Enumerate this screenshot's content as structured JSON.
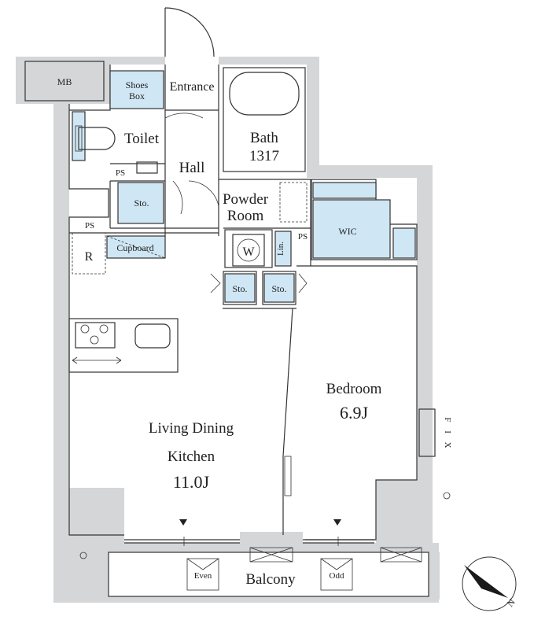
{
  "rooms": {
    "mb": "MB",
    "shoes_box_1": "Shoes",
    "shoes_box_2": "Box",
    "entrance": "Entrance",
    "bath": "Bath",
    "bath_size": "1317",
    "toilet": "Toilet",
    "hall": "Hall",
    "ps_upper": "PS",
    "sto_hall": "Sto.",
    "powder_room_1": "Powder",
    "powder_room_2": "Room",
    "wic": "WIC",
    "ps_left": "PS",
    "refrigerator": "R",
    "cupboard": "Cupboard",
    "washer": "W",
    "linen": "Lin.",
    "ps_right": "PS",
    "sto_left": "Sto.",
    "sto_right": "Sto.",
    "bedroom": "Bedroom",
    "bedroom_size": "6.9J",
    "ldk_1": "Living Dining",
    "ldk_2": "Kitchen",
    "ldk_size": "11.0J",
    "fix": "F I X",
    "balcony": "Balcony",
    "even": "Even",
    "odd": "Odd"
  },
  "compass": {
    "north_label": "N"
  },
  "colors": {
    "wall": "#d4d6d8",
    "storage": "#cfe6f4",
    "line": "#333333"
  }
}
